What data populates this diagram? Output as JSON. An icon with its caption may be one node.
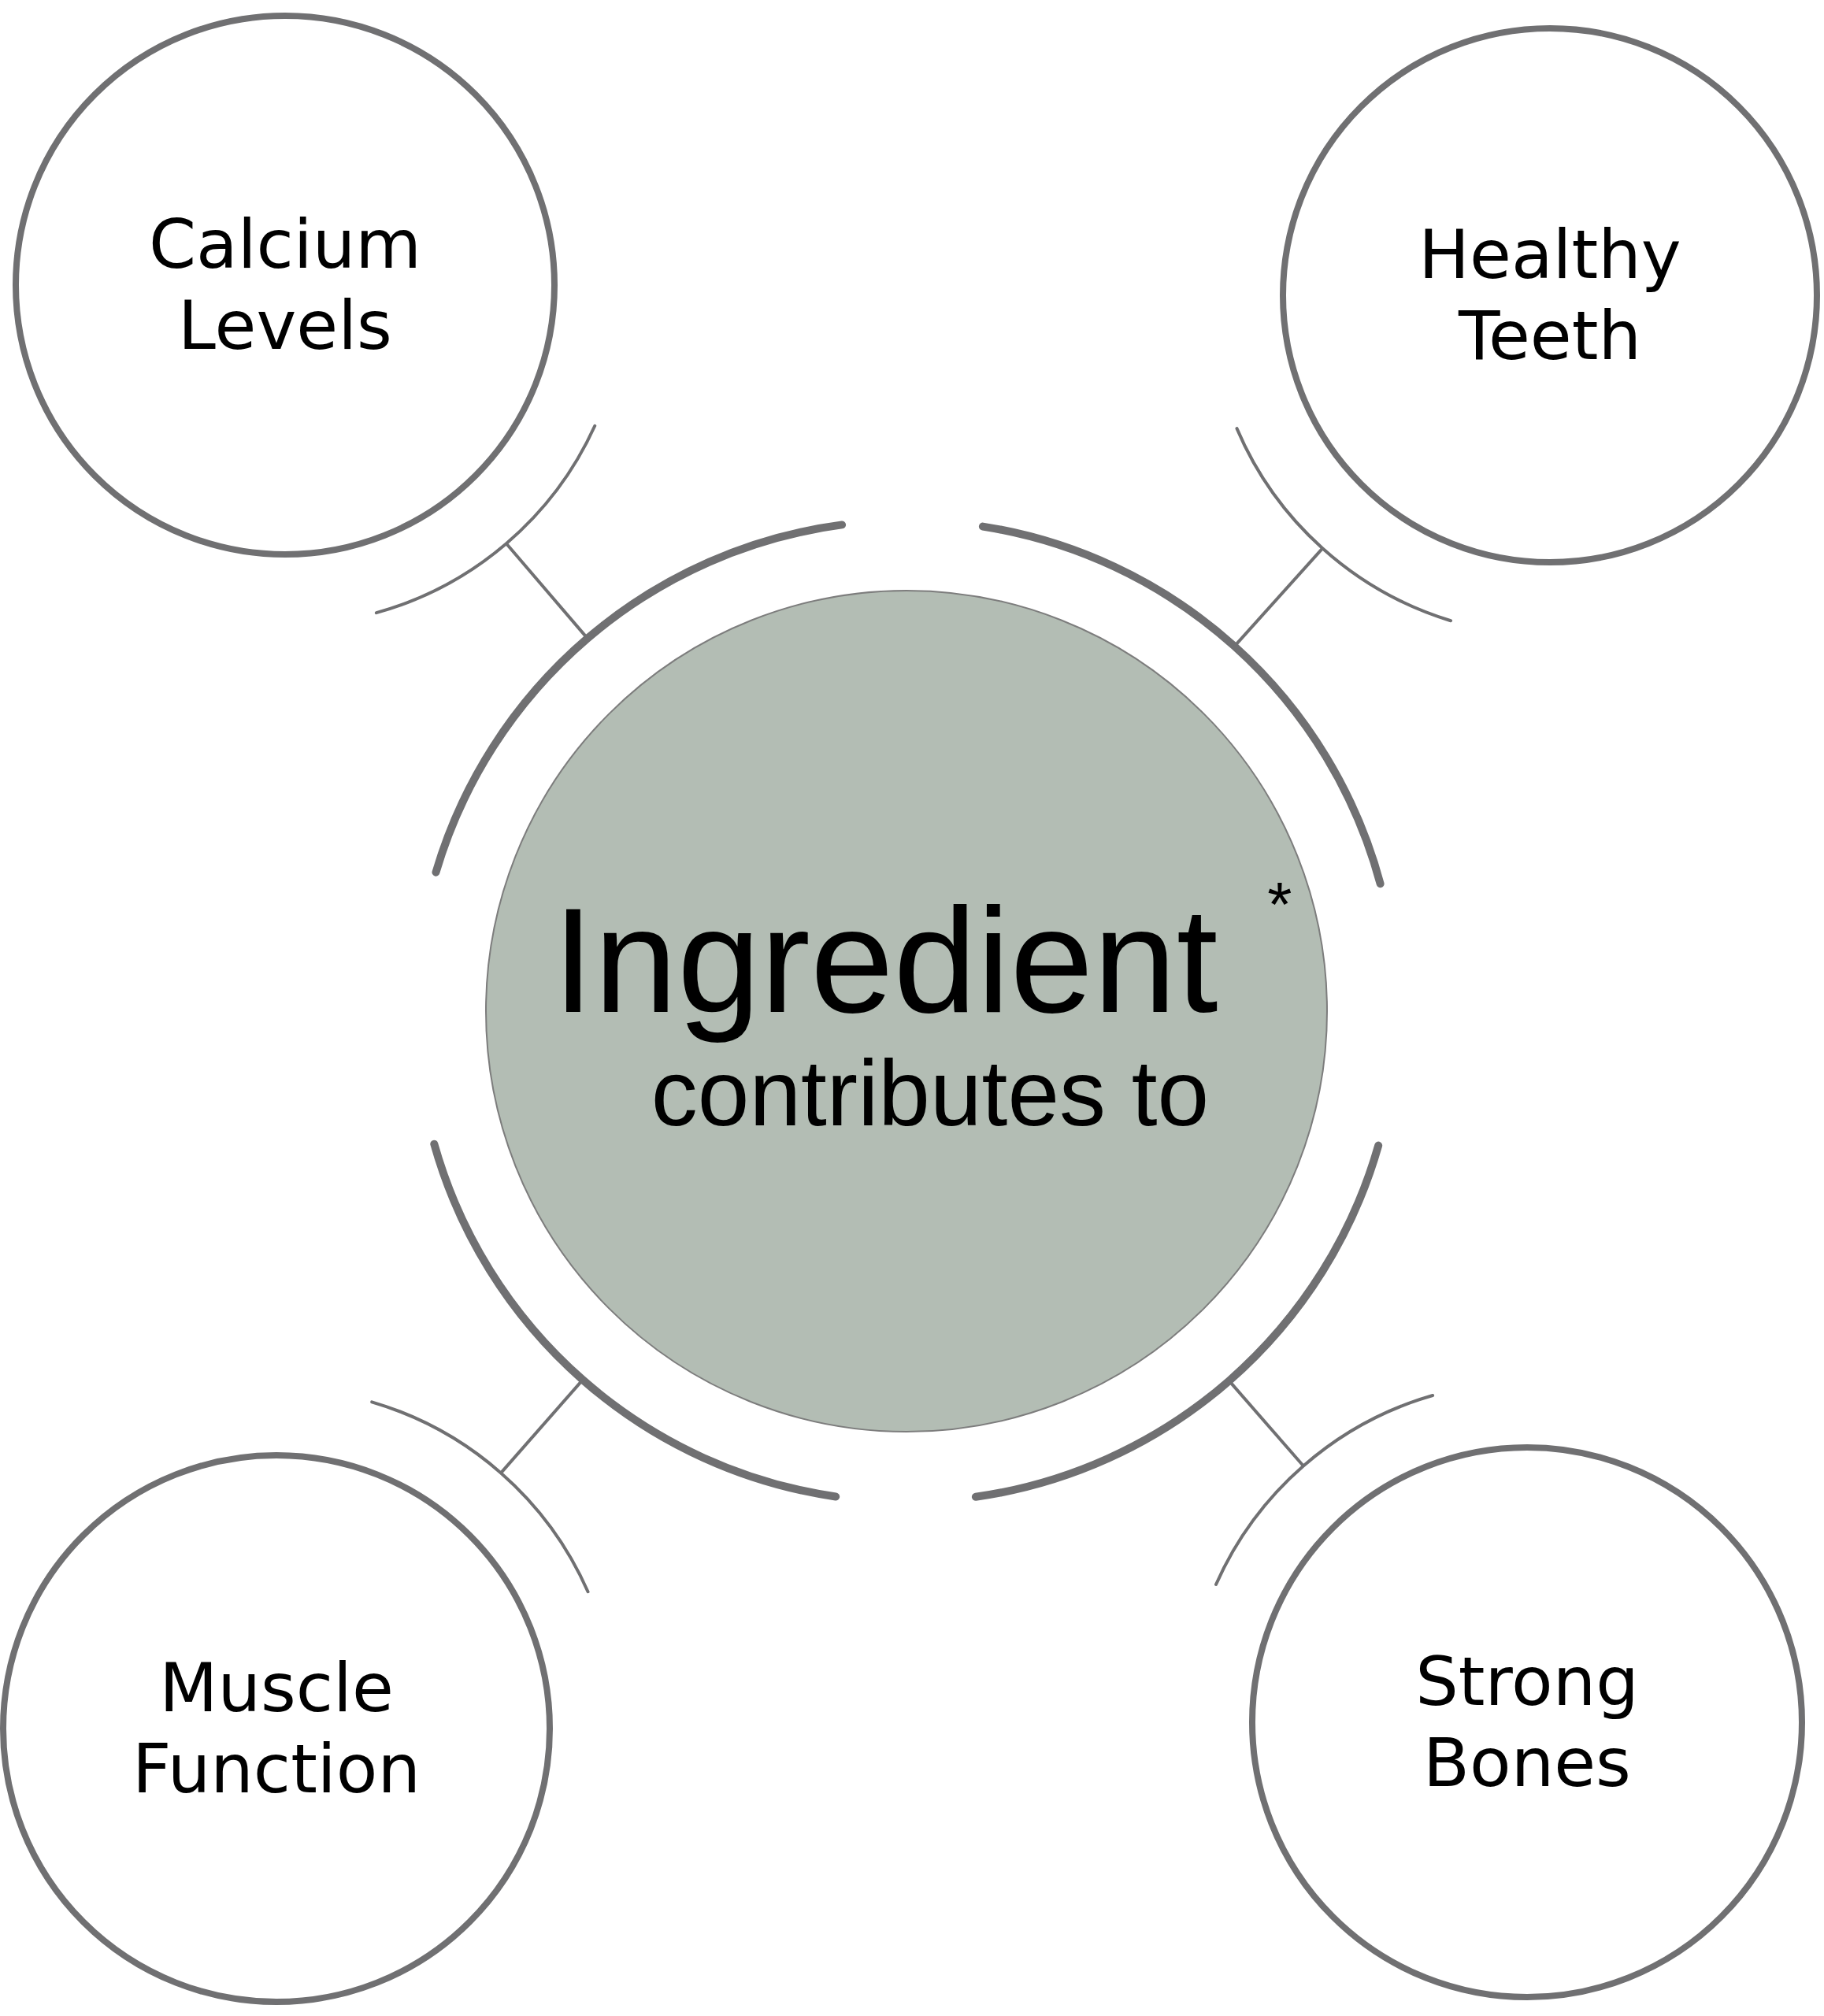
{
  "diagram": {
    "nodes": [
      {
        "text": [
          "Ingredient $^{*}$",
          "contributes to"
        ]
      },
      {
        "text": [
          "Calcium Levels"
        ]
      },
      {
        "text": [
          "Healthy Teeth"
        ]
      },
      {
        "text": [
          "Muscle Function"
        ]
      },
      {
        "text": [
          "Strong Bones"
        ]
      }
    ],
    "edges": [
      {
        "from": 0,
        "to": 1,
        "arrow": "none"
      },
      {
        "from": 0,
        "to": 2,
        "arrow": "none"
      },
      {
        "from": 0,
        "to": 3,
        "arrow": "none"
      },
      {
        "from": 0,
        "to": 4,
        "arrow": "none"
      }
    ]
  }
}
